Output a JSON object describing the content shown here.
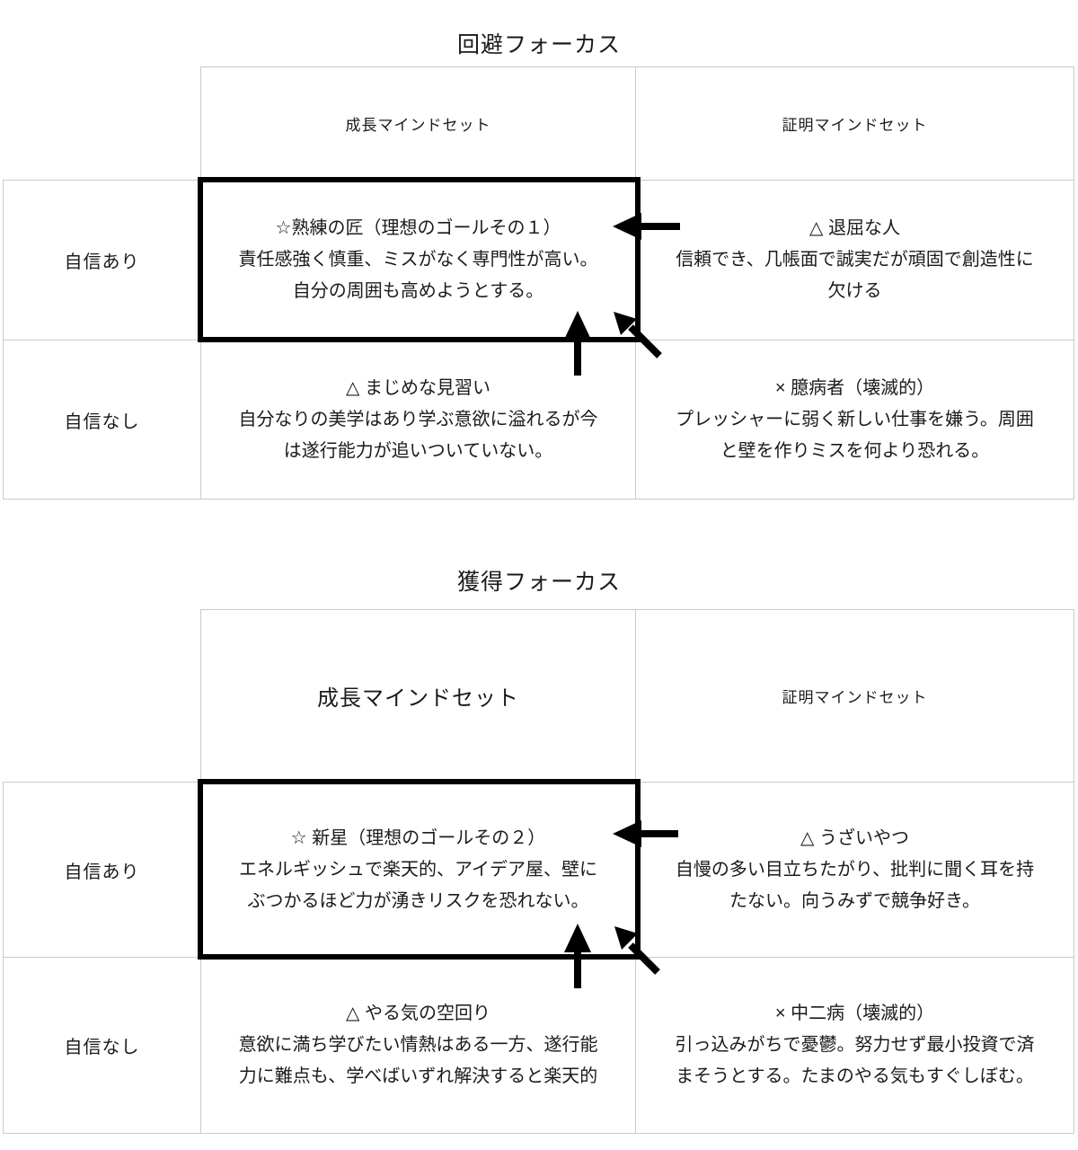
{
  "colors": {
    "background": "#ffffff",
    "grid_line": "#c9c9c9",
    "highlight_box": "#000000",
    "arrow": "#000000",
    "text": "#1b1b1b"
  },
  "tables": [
    {
      "title": "回避フォーカス",
      "col_headers": [
        "成長マインドセット",
        "証明マインドセット"
      ],
      "row_headers": [
        "自信あり",
        "自信なし"
      ],
      "cells": [
        {
          "lines": [
            "☆熟練の匠（理想のゴールその１）",
            "責任感強く慎重、ミスがなく専門性が高い。",
            "自分の周囲も高めようとする。"
          ]
        },
        {
          "lines": [
            "△ 退屈な人",
            "信頼でき、几帳面で誠実だが頑固で創造性に",
            "欠ける"
          ]
        },
        {
          "lines": [
            "△ まじめな見習い",
            "自分なりの美学はあり学ぶ意欲に溢れるが今",
            "は遂行能力が追いついていない。"
          ]
        },
        {
          "lines": [
            "× 臆病者（壊滅的）",
            "プレッシャーに弱く新しい仕事を嫌う。周囲",
            "と壁を作りミスを何より恐れる。"
          ]
        }
      ]
    },
    {
      "title": "獲得フォーカス",
      "col_headers": [
        "成長マインドセット",
        "証明マインドセット"
      ],
      "row_headers": [
        "自信あり",
        "自信なし"
      ],
      "cells": [
        {
          "lines": [
            "☆ 新星（理想のゴールその２）",
            "エネルギッシュで楽天的、アイデア屋、壁に",
            "ぶつかるほど力が湧きリスクを恐れない。"
          ]
        },
        {
          "lines": [
            "△ うざいやつ",
            "自慢の多い目立ちたがり、批判に聞く耳を持",
            "たない。向うみずで競争好き。"
          ]
        },
        {
          "lines": [
            "△ やる気の空回り",
            "意欲に満ち学びたい情熱はある一方、遂行能",
            "力に難点も、学べばいずれ解決すると楽天的"
          ]
        },
        {
          "lines": [
            "× 中二病（壊滅的）",
            "引っ込みがちで憂鬱。努力せず最小投資で済",
            "まそうとする。たまのやる気もすぐしぼむ。"
          ]
        }
      ]
    }
  ]
}
